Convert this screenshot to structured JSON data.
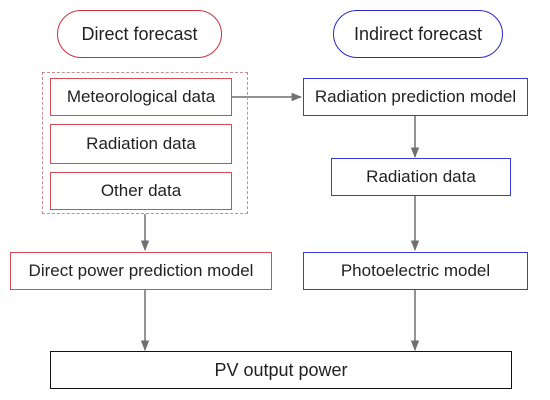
{
  "headers": {
    "direct": "Direct forecast",
    "indirect": "Indirect forecast"
  },
  "direct_inputs": {
    "meteorological": "Meteorological data",
    "radiation": "Radiation data",
    "other": "Other data"
  },
  "direct_model": "Direct power prediction model",
  "indirect_chain": {
    "radiation_model": "Radiation prediction model",
    "radiation_data": "Radiation data",
    "photoelectric": "Photoelectric model"
  },
  "output": "PV output power",
  "colors": {
    "direct": "#d94a55",
    "indirect": "#3a3ad6",
    "arrow": "#707070"
  }
}
